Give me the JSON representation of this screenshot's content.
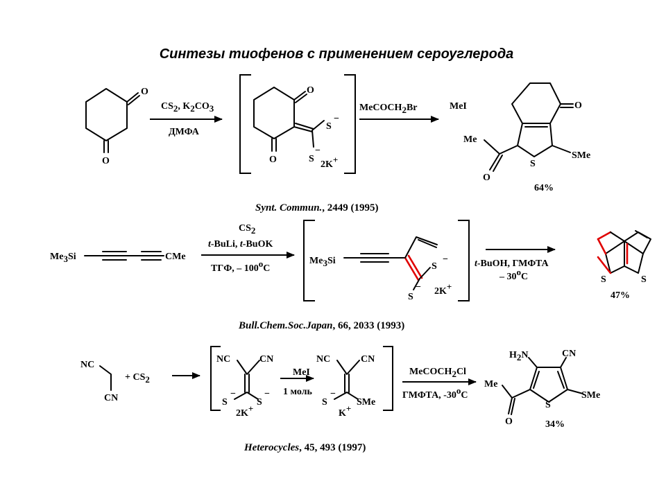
{
  "title": "Синтезы тиофенов с применением сероуглерода",
  "r1": {
    "reagent_top": "CS2, K2CO3",
    "reagent_bottom": "ДМФА",
    "step2_reagent": "MeCOCH2Br",
    "step3_reagent": "MeI",
    "yield": "64%",
    "reference_journal": "Synt. Commun.",
    "reference_rest": ", 2449 (1995)",
    "labels": {
      "O": "O",
      "S": "S",
      "minus": "−",
      "charge": "2K",
      "plus": "+",
      "Me": "Me",
      "SMe": "SMe"
    }
  },
  "r2": {
    "start_left": "Me3Si",
    "start_right": "CMe",
    "reagent_1": "CS2",
    "reagent_2": "t-BuLi, t-BuOK",
    "reagent_3": "ТГФ, – 100°С",
    "inter_left": "Me3Si",
    "step2_top": "t-BuOH, ГМФТА",
    "step2_bottom": "– 30°С",
    "yield": "47%",
    "reference_journal": "Bull.Chem.Soc.Japan",
    "reference_rest": ", 66, 2033 (1993)",
    "labels": {
      "S": "S",
      "minus": "−",
      "charge": "2K",
      "plus": "+"
    }
  },
  "r3": {
    "nc": "NC",
    "cn": "CN",
    "plus_cs2": "+  CS2",
    "inter1_charge": "2K",
    "step_reagent": "MeI",
    "step_sub": "1 моль",
    "inter2_charge": "K",
    "step2_top": "MeCOCH2Cl",
    "step2_bottom": "ГМФТА, -30oC",
    "product_amine": "H2N",
    "yield": "34%",
    "reference_journal": "Heterocycles",
    "reference_rest": ", 45, 493 (1997)",
    "labels": {
      "S": "S",
      "minus": "−",
      "plus": "+",
      "Me": "Me",
      "SMe": "SMe",
      "O": "O"
    }
  }
}
